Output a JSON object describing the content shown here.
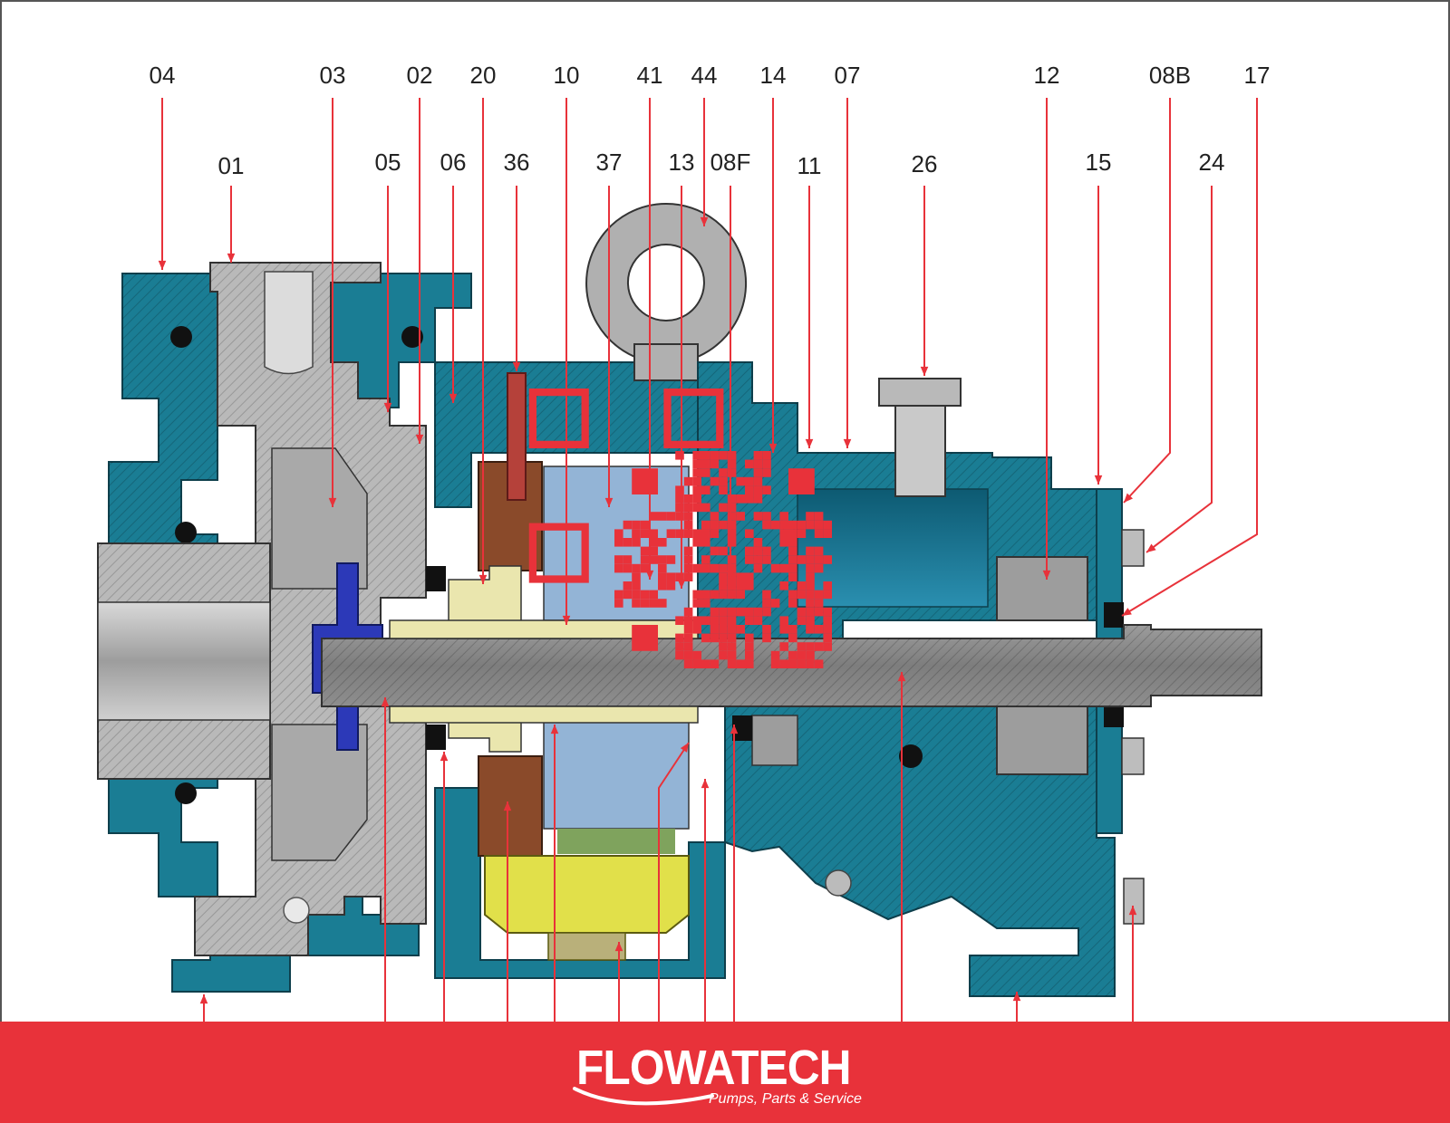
{
  "labels_top": [
    "04",
    "03",
    "02",
    "20",
    "10",
    "41",
    "44",
    "14",
    "07",
    "12",
    "08B",
    "17"
  ],
  "labels_second": [
    "01",
    "05",
    "06",
    "36",
    "37",
    "13",
    "08F",
    "11",
    "26",
    "15",
    "24"
  ],
  "colors": {
    "casing": "#1a7d94",
    "steel": "#b9b9b9",
    "leader": "#e8323a",
    "impeller_hub": "#2c39b8",
    "seal": "#eae6ae",
    "gland": "#8a4a2a",
    "oil_reservoir": "#e1e04a",
    "chamber": "#93b4d6",
    "footer": "#e8323a"
  },
  "brand": {
    "name": "FLOWATECH",
    "tagline": "Pumps, Parts & Service"
  }
}
